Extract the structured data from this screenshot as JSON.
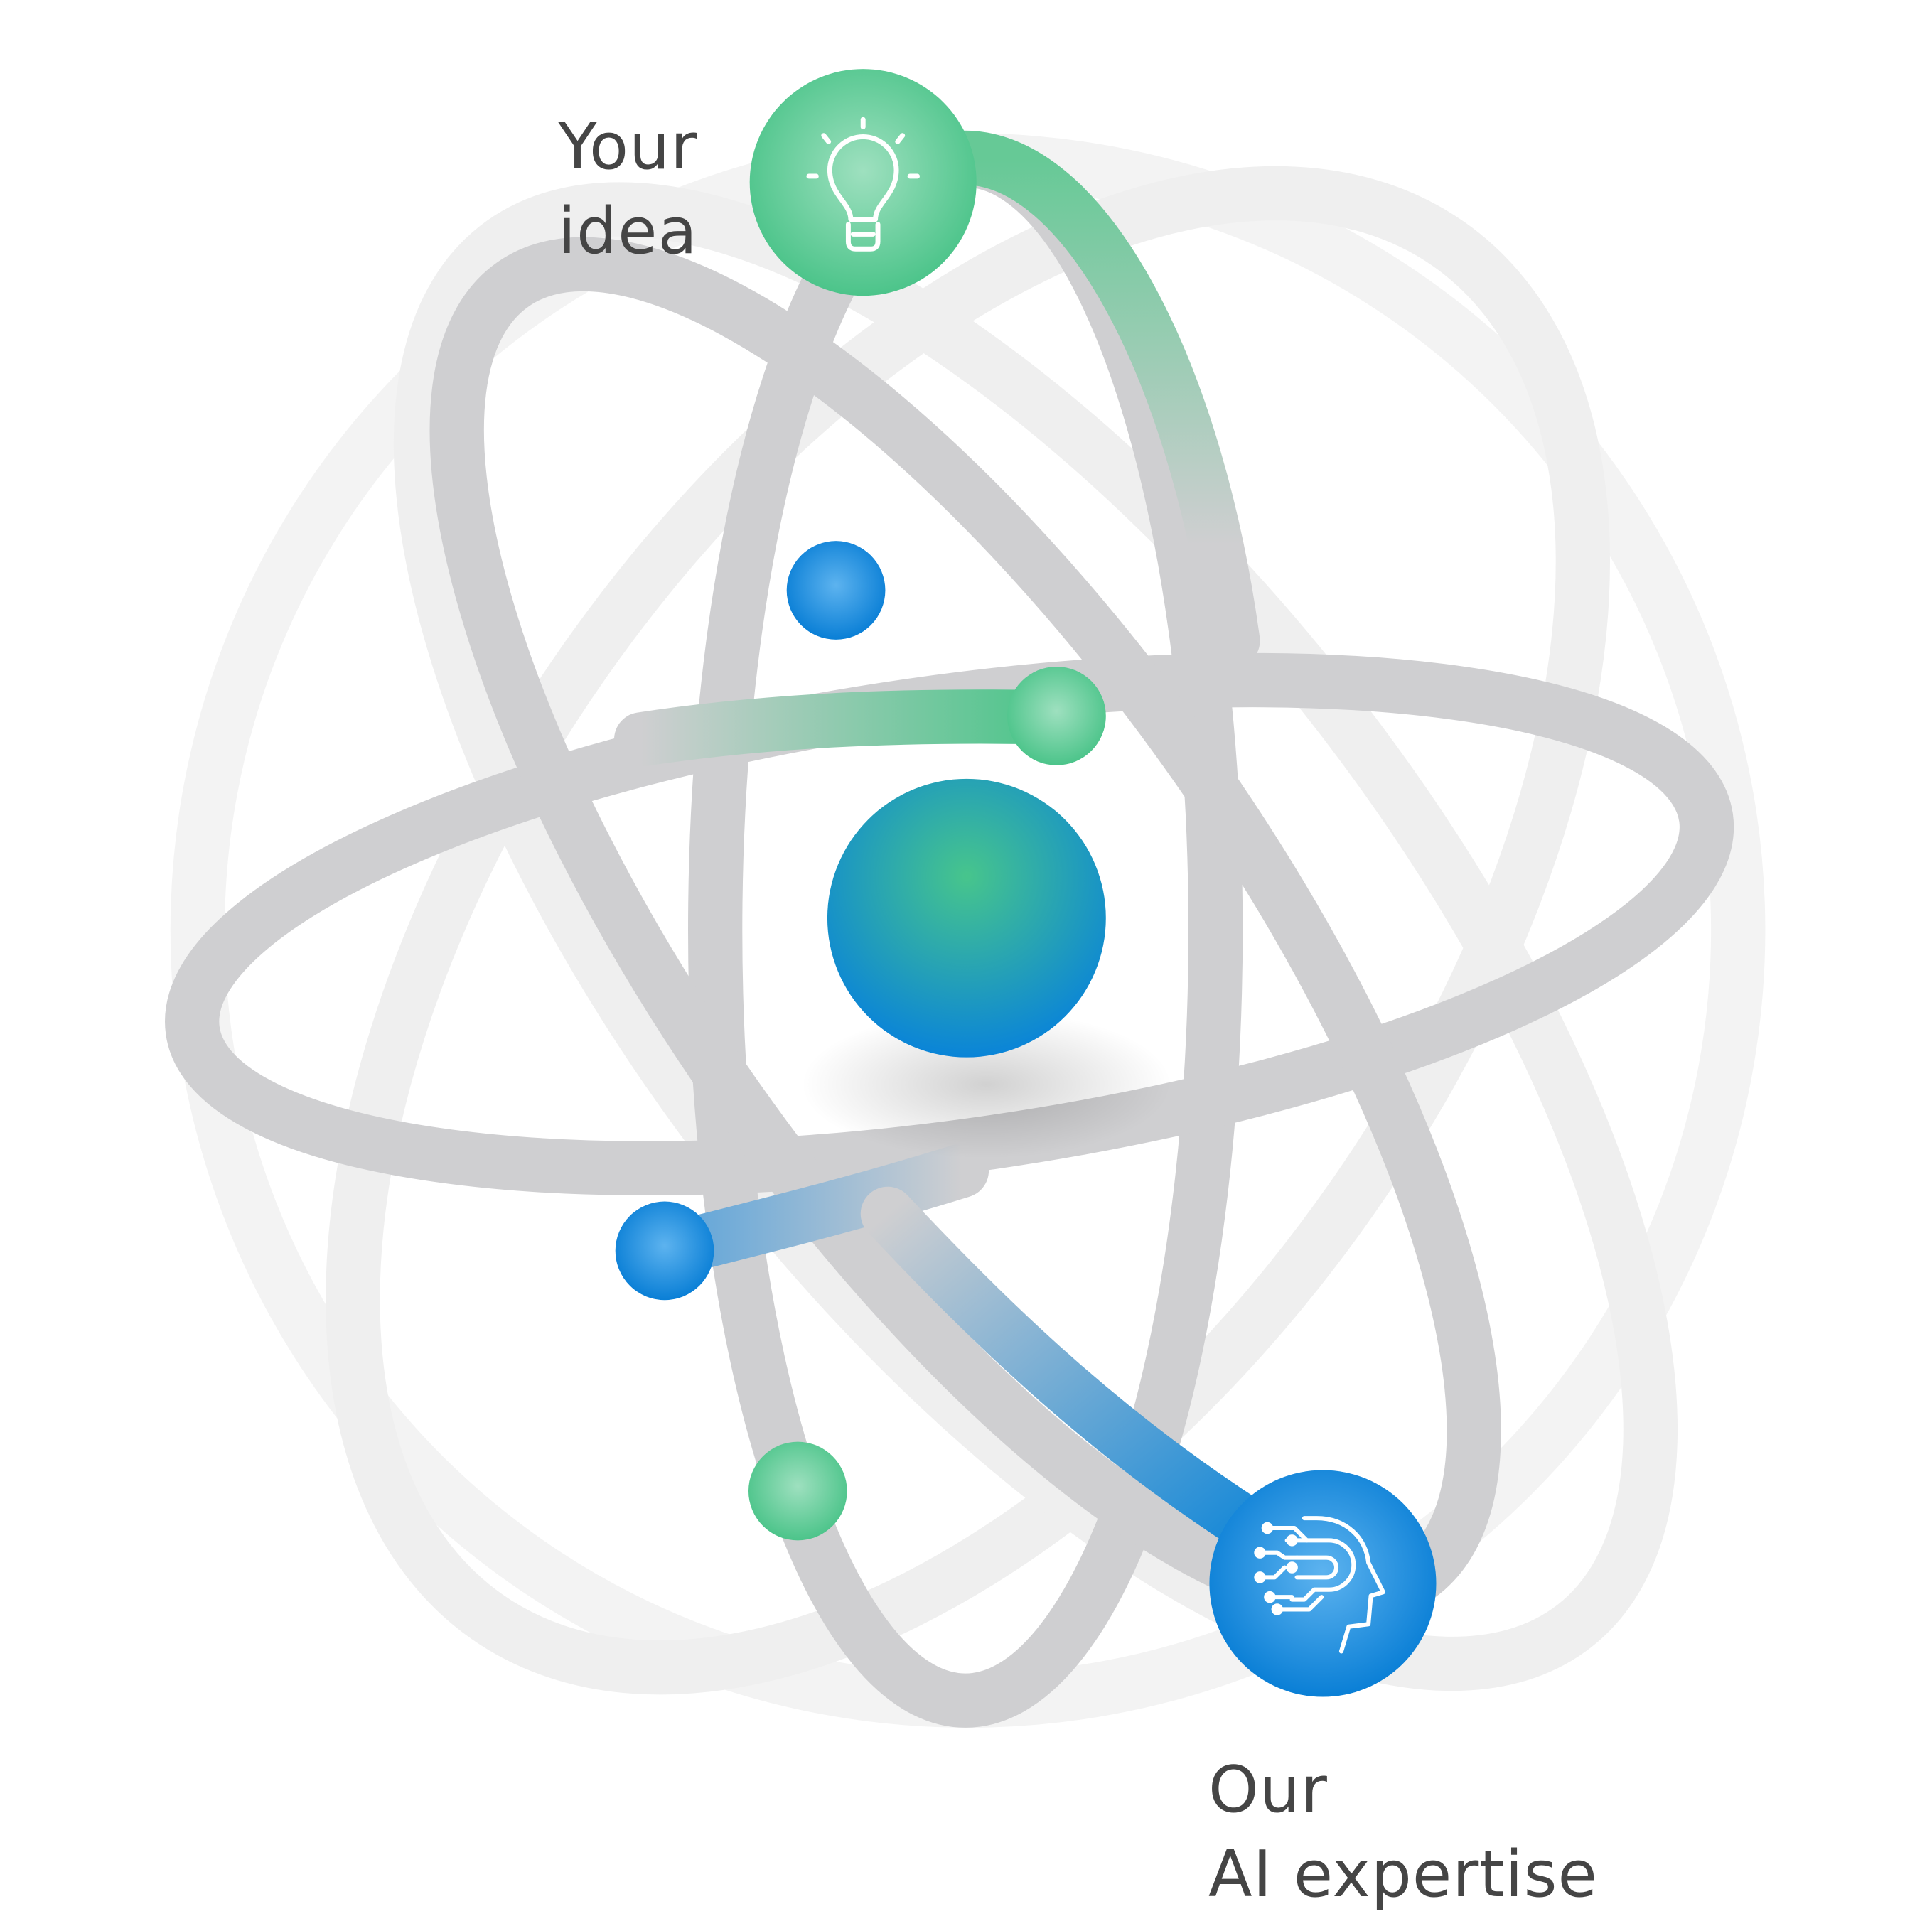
{
  "labels": {
    "idea": {
      "line1": "Your",
      "line2": "idea"
    },
    "ai": {
      "line1": "Our",
      "line2": "AI expertise"
    }
  },
  "icons": {
    "top_node": "lightbulb-icon",
    "bottom_node": "ai-head-icon"
  },
  "colors": {
    "green": "#4dc58b",
    "blue": "#0a84d8",
    "orbit_gray": "#cfcfd1",
    "faint_gray": "#eeeeee",
    "text": "#454545"
  }
}
